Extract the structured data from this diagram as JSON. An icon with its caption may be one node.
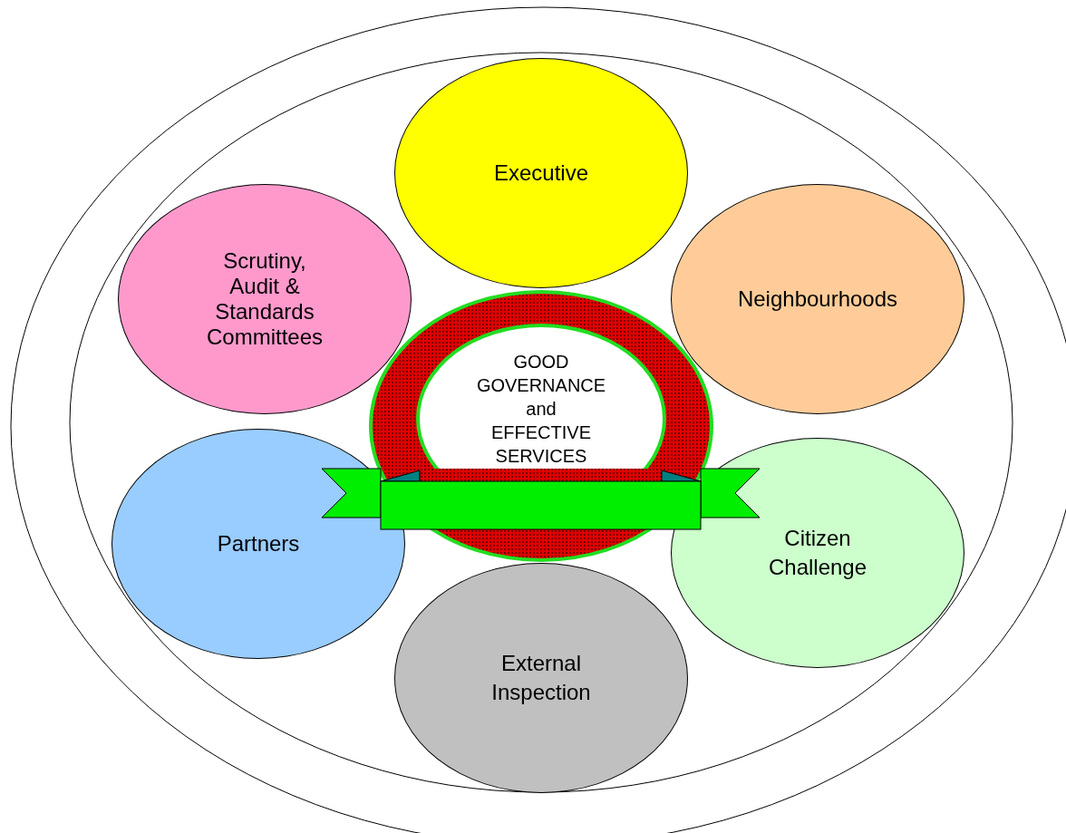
{
  "diagram": {
    "nodes": [
      {
        "text": [
          "Executive"
        ]
      },
      {
        "text": [
          "Scrutiny, Audit & Standards Committees"
        ]
      },
      {
        "text": [
          "Neighbourhoods"
        ]
      },
      {
        "text": [
          "GOOD GOVERNANCE and EFFECTIVE SERVICES"
        ]
      },
      {
        "text": [
          "Partners"
        ]
      },
      {
        "text": [
          "Citizen Challenge"
        ]
      },
      {
        "text": [
          "External Inspection"
        ]
      }
    ]
  }
}
